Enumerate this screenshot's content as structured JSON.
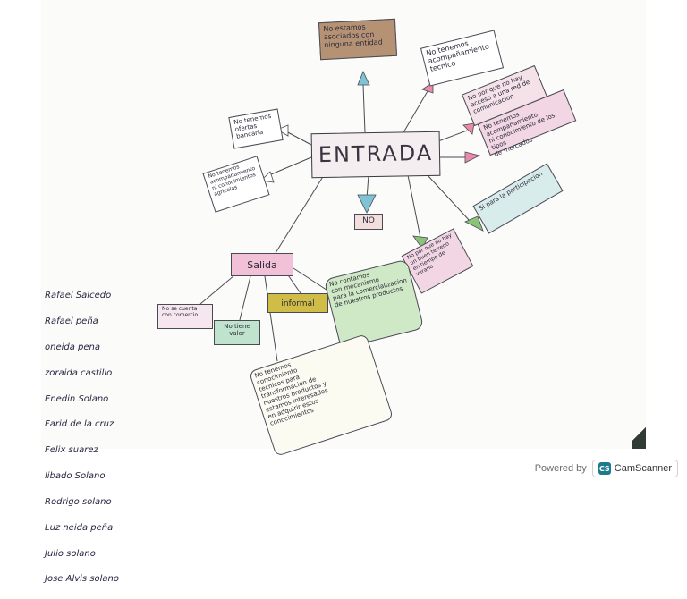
{
  "central": "ENTRADA",
  "branches": {
    "top": "No estamos\nasociados con\nninguna entidad",
    "top_right_1": "No tenemos\nacompañamiento\ntecnico",
    "top_right_2": "No por que no hay\nacceso a una red de\ncomunicacion",
    "top_right_3": "No tenemos acompañamiento\nni conocimiento de los tipos\nde mercados",
    "left_1": "No tenemos\nofertas\nbancaria",
    "left_2": "No tenemos\nacompañamiento\nni conocimientos\nagricolas",
    "center": "NO",
    "right_1": "No por que no hay\nun buen terreno\nen tiempo de verano",
    "right_2": "Si para la participacion"
  },
  "salida": {
    "label": "Salida",
    "items": {
      "item_1": "No se cuenta\ncon comercio",
      "item_2": "No tiene\nvalor",
      "item_3": "informal",
      "item_4": "No contamos\ncon mecanismo\npara la comercializacion\nde nuestros productos",
      "item_5": "No tenemos\nconocimiento\ntecnicos para\ntransformacion de\nnuestros productos y\nestamos interesados\nen adquirir estos\nconocimientos"
    }
  },
  "names": [
    "Rafael Salcedo",
    "Rafael peña",
    "oneida pena",
    "zoraida castillo",
    "Enedin Solano",
    "Farid de la cruz",
    "Felix suarez",
    "libado Solano",
    "Rodrigo solano",
    "Luz neida peña",
    "Julio solano",
    "Jose Alvis solano"
  ],
  "footer": {
    "powered_by": "Powered by",
    "brand": "CamScanner",
    "icon_glyph": "CS"
  },
  "colors": {
    "arrow_blue": "#7fc3d4",
    "arrow_pink": "#e98aa8",
    "arrow_green": "#8cc37a",
    "salida_pink": "#f3c1d7",
    "informal_yellow": "#cfbd47",
    "top_brown": "#b69275",
    "brand_teal": "#1d7a8c"
  }
}
